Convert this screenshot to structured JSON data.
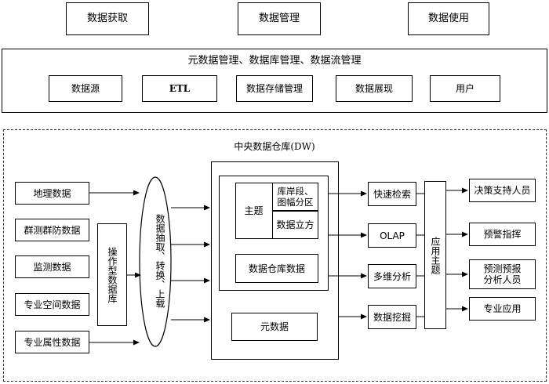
{
  "top_row": [
    "数据获取",
    "数据管理",
    "数据使用"
  ],
  "management_title": "元数据管理、数据库管理、数据流管理",
  "management_items": [
    "数据源",
    "ETL",
    "数据存储管理",
    "数据展现",
    "用户"
  ],
  "dw_title": "中央数据仓库(DW)",
  "sources": [
    "地理数据",
    "群测群防数据",
    "监测数据",
    "专业空间数据",
    "专业属性数据"
  ],
  "operational_db": "操作型数据库",
  "etl_process": "数据抽取、转换、上载",
  "theme_label": "主题",
  "theme_parts": [
    "库岸段、图幅分区",
    "数据立方"
  ],
  "warehouse_data": "数据仓库数据",
  "metadata": "元数据",
  "analysis_tools": [
    "快速检索",
    "OLAP",
    "多维分析",
    "数据挖掘"
  ],
  "app_theme": "应用主题",
  "users": [
    "决策支持人员",
    "预警指挥",
    "预测预报分析人员",
    "专业应用"
  ]
}
